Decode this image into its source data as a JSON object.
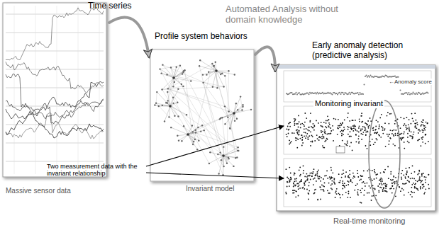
{
  "diagram": {
    "nodes": [
      {
        "text": [
          "Massive sensor data"
        ]
      },
      {
        "text": [
          "Profile system behaviors",
          "Invariant model"
        ]
      },
      {
        "text": [
          "Early anomaly detection (predictive analysis)",
          "←Anomaly score",
          "Monitoring invariant",
          "Real-time monitoring"
        ]
      }
    ],
    "edges": [
      {
        "from": 0,
        "to": 1,
        "arrow": "to"
      },
      {
        "from": 1,
        "to": 2,
        "arrow": "to"
      }
    ],
    "labels": [
      "Time series",
      "Automated Analysis without domain knowledge",
      "Two measurement data with the invariant relationship"
    ]
  }
}
